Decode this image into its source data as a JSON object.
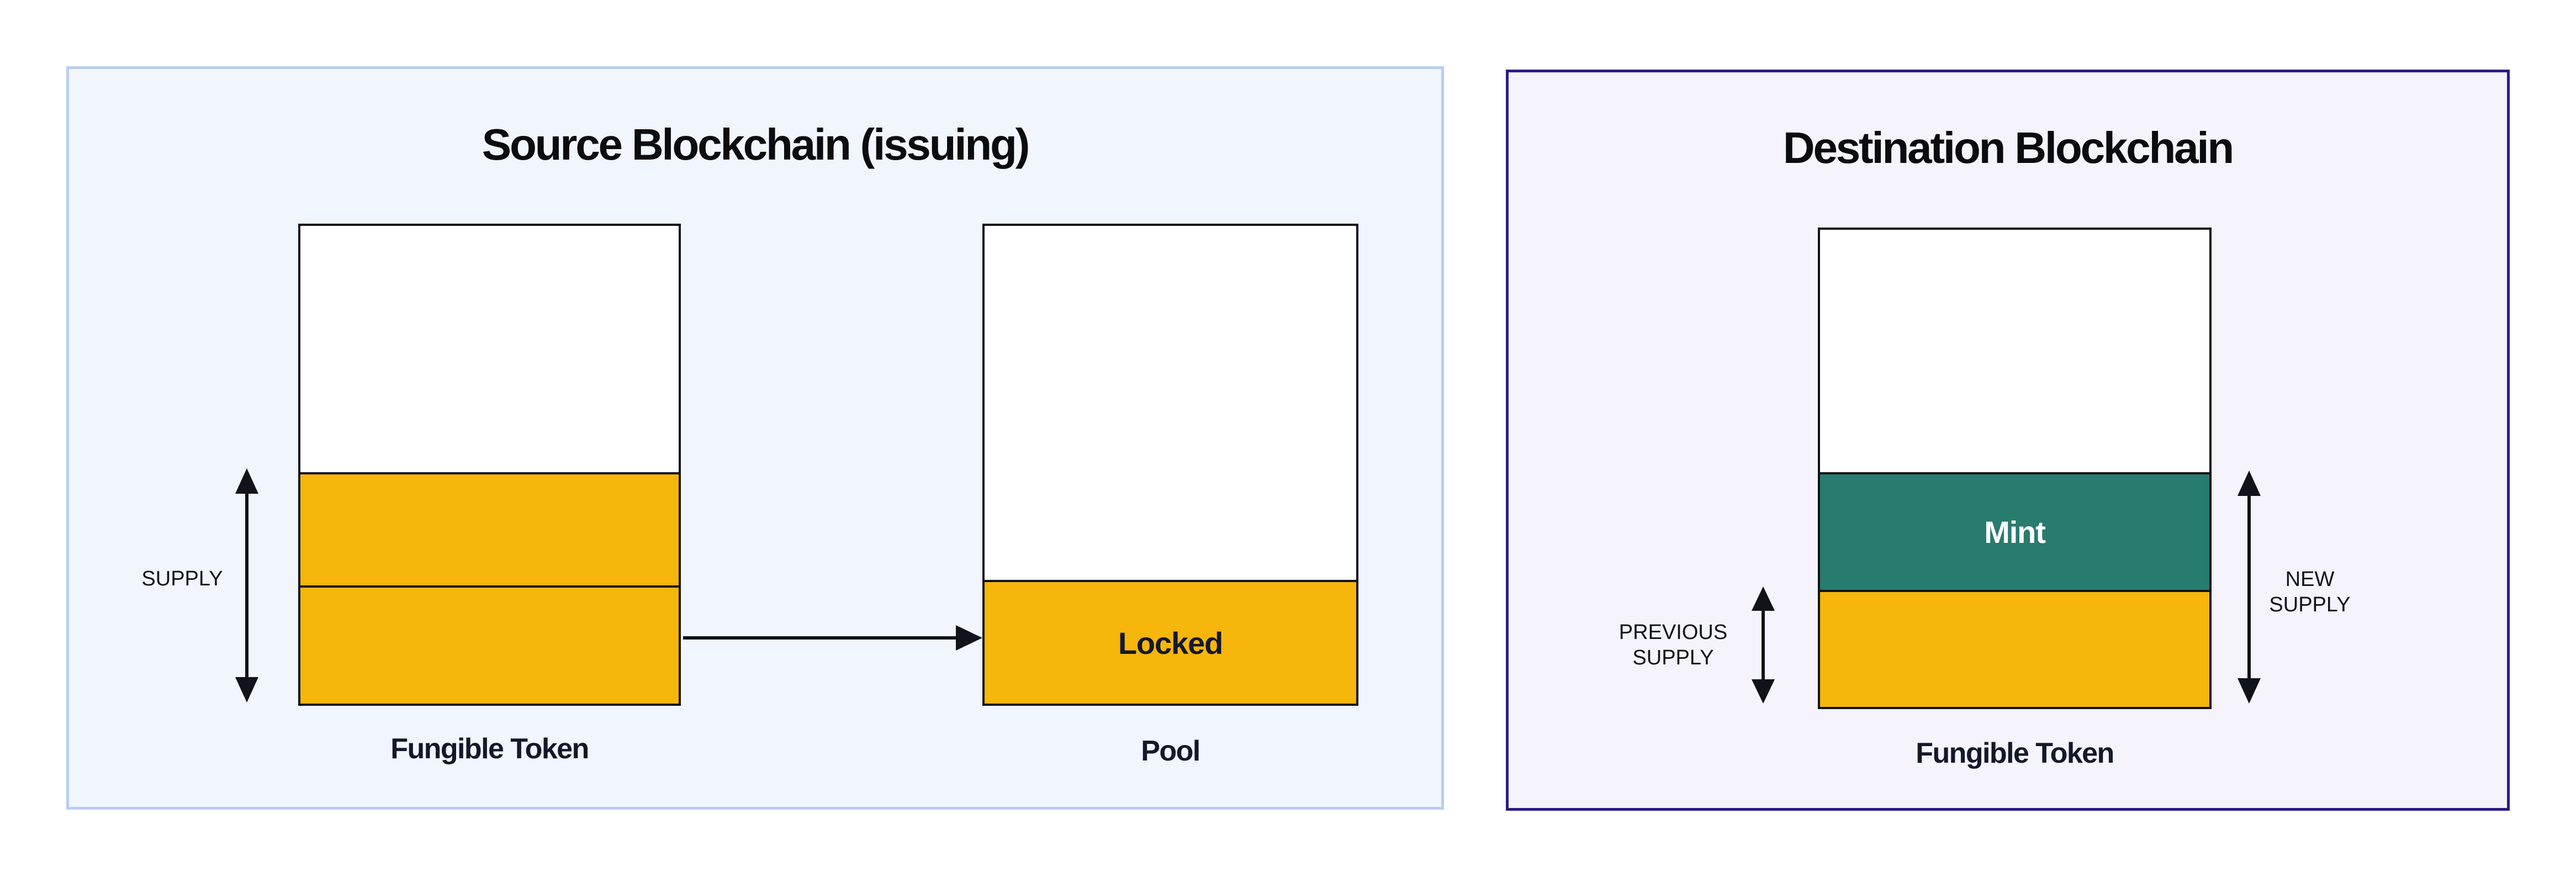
{
  "source": {
    "title": "Source Blockchain (issuing)",
    "supply_label": "SUPPLY",
    "fungible_token": {
      "caption": "Fungible Token"
    },
    "pool": {
      "caption": "Pool",
      "locked_label": "Locked"
    },
    "colors": {
      "panel_bg": "#F1F5FD",
      "panel_border": "#B7CDF4"
    }
  },
  "destination": {
    "title": "Destination Blockchain",
    "previous_supply": {
      "line1": "PREVIOUS",
      "line2": "SUPPLY"
    },
    "new_supply": {
      "line1": "NEW",
      "line2": "SUPPLY"
    },
    "fungible_token": {
      "caption": "Fungible Token",
      "mint_label": "Mint"
    },
    "colors": {
      "panel_bg": "#F5F3FC",
      "panel_border": "#2B1C85"
    }
  },
  "colors": {
    "token_yellow": "#F6B60C",
    "mint_teal": "#287B6F",
    "outline": "#101319",
    "text_dark": "#13182A"
  }
}
